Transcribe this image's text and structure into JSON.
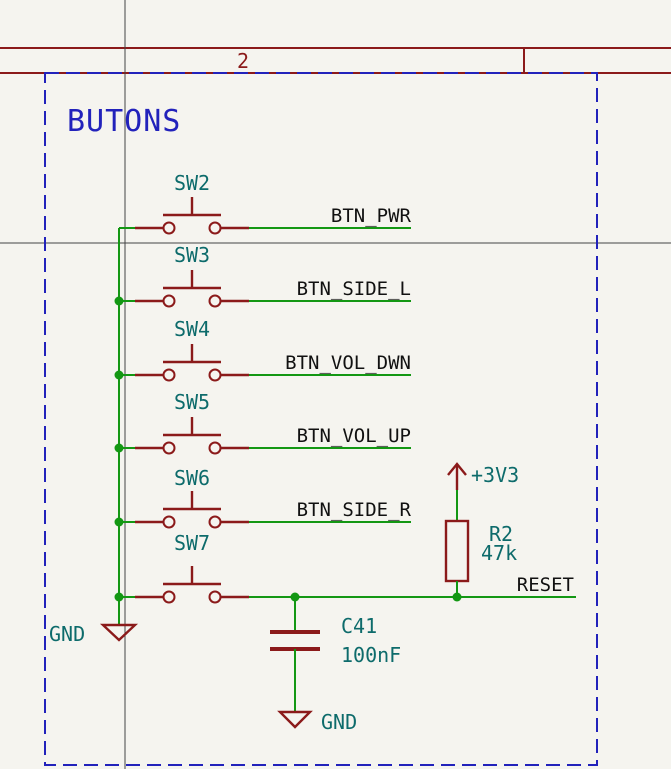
{
  "frame": {
    "zone_label": "2"
  },
  "group": {
    "title": "BUTONS"
  },
  "switches": [
    {
      "ref": "SW2",
      "net": "BTN_PWR"
    },
    {
      "ref": "SW3",
      "net": "BTN_SIDE_L"
    },
    {
      "ref": "SW4",
      "net": "BTN_VOL_DWN"
    },
    {
      "ref": "SW5",
      "net": "BTN_VOL_UP"
    },
    {
      "ref": "SW6",
      "net": "BTN_SIDE_R"
    },
    {
      "ref": "SW7",
      "net": "RESET"
    }
  ],
  "power": {
    "supply": "+3V3",
    "ground": "GND"
  },
  "resistor": {
    "ref": "R2",
    "value": "47k"
  },
  "capacitor": {
    "ref": "C41",
    "value": "100nF"
  },
  "colors": {
    "background": "#f5f4ef",
    "wire": "#139713",
    "symbol": "#8b1a1a",
    "reference_text": "#0d6b6b",
    "group_box": "#2222bb"
  }
}
